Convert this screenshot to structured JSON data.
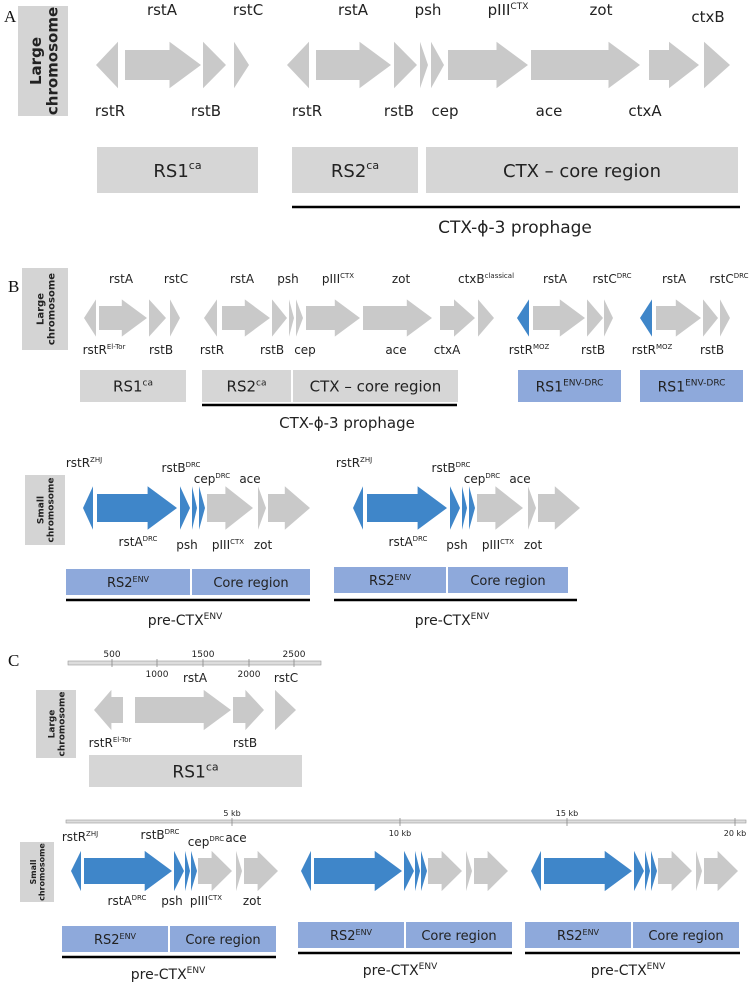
{
  "panel_letters": {
    "a": "A",
    "b": "B",
    "c": "C"
  },
  "chromosomes": {
    "large": "Large chromosome",
    "small": "Small chromosome"
  },
  "genes": {
    "rstA": "rstA",
    "rstB": "rstB",
    "rstC": "rstC",
    "rstR": "rstR",
    "psh": "psh",
    "cep": "cep",
    "pIII": "pIII",
    "pIII_sup": "CTX",
    "zot": "zot",
    "ace": "ace",
    "ctxA": "ctxA",
    "ctxB": "ctxB",
    "classical": "classical",
    "eltor": "El-Tor",
    "drc": "DRC",
    "moz": "MOZ",
    "zhj": "ZHJ"
  },
  "regions": {
    "rs1": "RS1",
    "rs2": "RS2",
    "ca": "ca",
    "env": "ENV",
    "env_drc": "ENV-DRC",
    "ctx_core": "CTX – core region",
    "core": "Core region",
    "prophage": "CTX-ϕ-3 prophage",
    "pre_ctx": "pre-CTX"
  },
  "ruler1": {
    "ticks": [
      "500",
      "1000",
      "1500",
      "2000",
      "2500"
    ]
  },
  "ruler2": {
    "ticks": [
      "5 kb",
      "10 kb",
      "15 kb",
      "20 kb"
    ]
  },
  "colors": {
    "gene_gray": "#c9c9c9",
    "gene_blue": "#3f86c9",
    "box_gray": "#d6d6d6",
    "box_blue": "#8ea9db",
    "chrom_box": "#d4d4d4"
  }
}
